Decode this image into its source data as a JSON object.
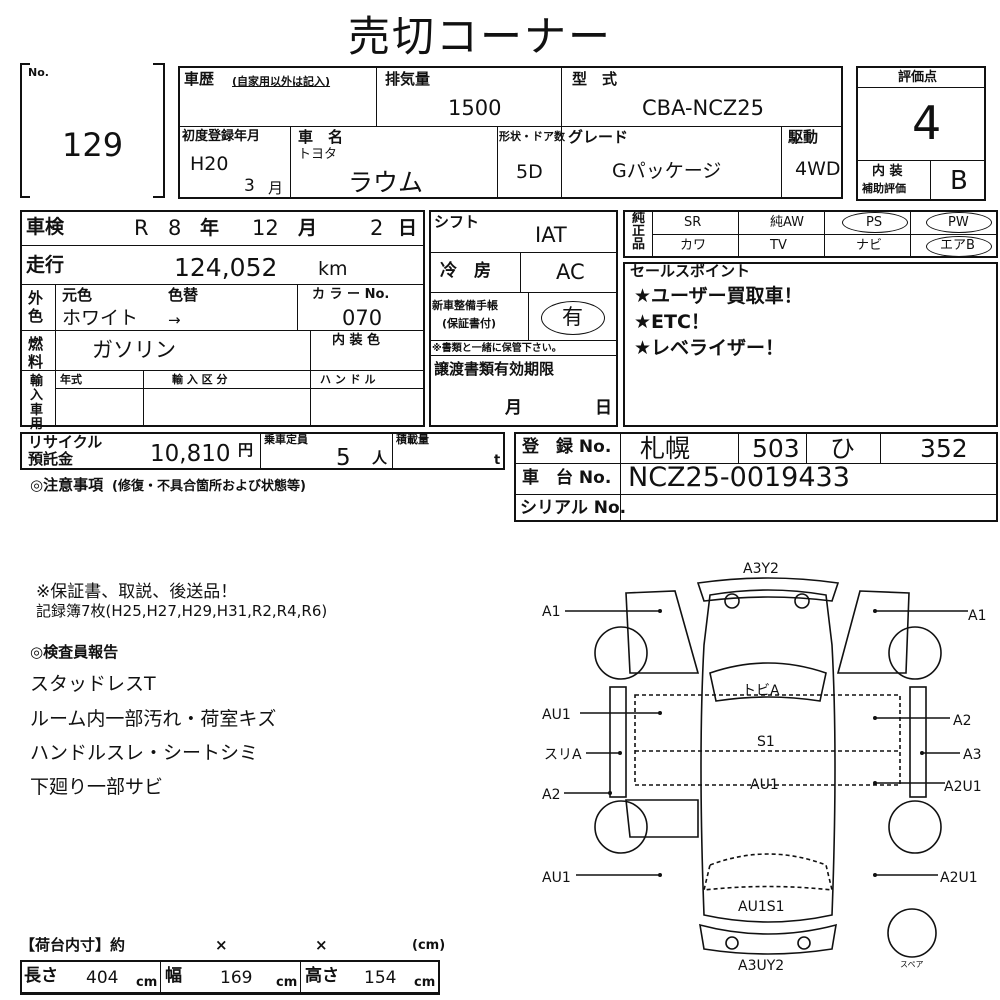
{
  "title": "売切コーナー",
  "lot": {
    "no_label": "No.",
    "value": "129"
  },
  "history": {
    "label": "車歴",
    "note": "(自家用以外は記入)"
  },
  "displacement": {
    "label": "排気量",
    "value": "1500"
  },
  "model": {
    "label": "型　式",
    "value": "CBA-NCZ25"
  },
  "first_reg": {
    "label": "初度登録年月",
    "era": "H20",
    "month_value": "3",
    "month_unit": "月"
  },
  "car_name": {
    "label": "車　名",
    "maker": "トヨタ",
    "value": "ラウム"
  },
  "body": {
    "label": "形状・ドア数",
    "value": "5D"
  },
  "grade": {
    "label": "グレード",
    "value": "Gパッケージ"
  },
  "drive": {
    "label": "駆動",
    "value": "4WD"
  },
  "score": {
    "label": "評価点",
    "value": "4",
    "interior_label_1": "内 装",
    "interior_label_2": "補助評価",
    "interior_value": "B"
  },
  "inspection": {
    "label": "車検",
    "era": "R",
    "year": "8",
    "year_unit": "年",
    "month": "12",
    "month_unit": "月",
    "day": "2",
    "day_unit": "日"
  },
  "shift": {
    "label": "シフト",
    "value": "IAT"
  },
  "equip": {
    "label": "純正品",
    "items": [
      "SR",
      "純AW",
      "PS",
      "PW",
      "カワ",
      "TV",
      "ナビ",
      "エアB"
    ]
  },
  "mileage": {
    "label": "走行",
    "value": "124,052",
    "unit": "km"
  },
  "aircon": {
    "label": "冷　房",
    "value": "AC"
  },
  "sales_points": {
    "label": "セールスポイント",
    "items": [
      "★ユーザー買取車！",
      "★ETC！",
      "★レベライザー！"
    ]
  },
  "color": {
    "label": "外色",
    "orig_label": "元色",
    "change_label": "色替",
    "value": "ホワイト",
    "arrow": "→",
    "code_label": "カ ラ ー No.",
    "code": "070",
    "interior_label": "内 装 色"
  },
  "manual": {
    "label_1": "新車整備手帳",
    "label_2": "(保証書付)",
    "value": "有",
    "note": "※書類と一緒に保管下さい。"
  },
  "fuel": {
    "label": "燃料",
    "value": "ガソリン"
  },
  "import": {
    "label": "輸入車用",
    "year_label": "年式",
    "class_label": "輸 入 区 分",
    "handle_label": "ハ ン ド ル"
  },
  "transfer": {
    "label": "譲渡書類有効期限",
    "month_unit": "月",
    "day_unit": "日"
  },
  "recycle": {
    "label_1": "リサイクル",
    "label_2": "預託金",
    "value": "10,810",
    "unit": "円"
  },
  "capacity": {
    "label": "乗車定員",
    "value": "5",
    "unit": "人"
  },
  "load": {
    "label": "積載量",
    "unit": "t"
  },
  "registration": {
    "label": "登　録 No.",
    "area": "札幌",
    "class": "503",
    "kana": "ひ",
    "number": "352"
  },
  "chassis": {
    "label": "車　台 No.",
    "value": "NCZ25-0019433"
  },
  "serial": {
    "label": "シリアル No."
  },
  "caution": {
    "label": "◎注意事項",
    "note": "(修復・不具合箇所および状態等)"
  },
  "notes": {
    "line1": "※保証書、取説、後送品！",
    "line2": "記録簿7枚(H25,H27,H29,H31,R2,R4,R6)"
  },
  "inspector": {
    "label": "◎検査員報告",
    "items": [
      "スタッドレスT",
      "ルーム内一部汚れ・荷室キズ",
      "ハンドルスレ・シートシミ",
      "下廻り一部サビ"
    ]
  },
  "cargo": {
    "label": "【荷台内寸】約",
    "x1": "×",
    "x2": "×",
    "unit_cm": "(cm)",
    "length_label": "長さ",
    "length": "404",
    "width_label": "幅",
    "width": "169",
    "height_label": "高さ",
    "height": "154",
    "cm": "cm"
  },
  "diagram": {
    "front": "A3Y2",
    "rear": "A3UY2",
    "left_front_door": "A1",
    "right_front_door": "A1",
    "left_mid": "AU1",
    "left_sill": "スリA",
    "left_rear_door": "A2",
    "left_rear": "AU1",
    "right_mid": "A2",
    "right_sill": "A3",
    "right_rear_door": "A2U1",
    "right_rear": "A2U1",
    "windshield": "トビA",
    "roof1": "S1",
    "roof2": "AU1",
    "back": "AU1S1",
    "spare": "スペア"
  }
}
